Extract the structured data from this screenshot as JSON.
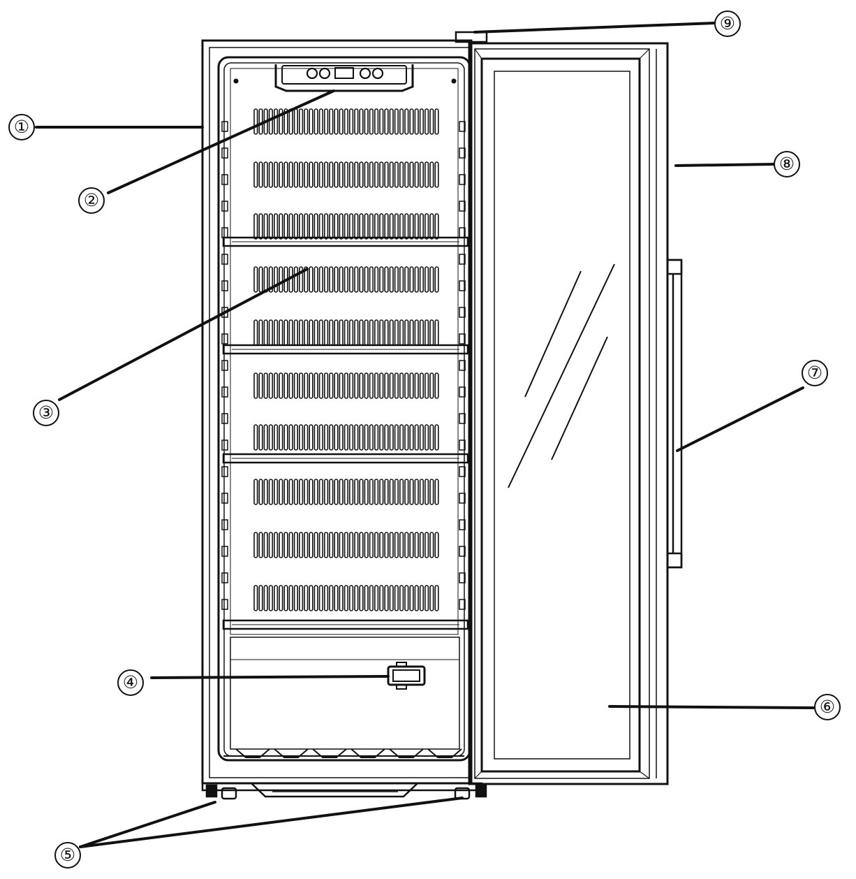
{
  "figure": {
    "labels": [
      {
        "id": "callout-1",
        "text": "①"
      },
      {
        "id": "callout-2",
        "text": "②"
      },
      {
        "id": "callout-3",
        "text": "③"
      },
      {
        "id": "callout-4",
        "text": "④"
      },
      {
        "id": "callout-5",
        "text": "⑤"
      },
      {
        "id": "callout-6",
        "text": "⑥"
      },
      {
        "id": "callout-7",
        "text": "⑦"
      },
      {
        "id": "callout-8",
        "text": "⑧"
      },
      {
        "id": "callout-9",
        "text": "⑨"
      }
    ]
  }
}
